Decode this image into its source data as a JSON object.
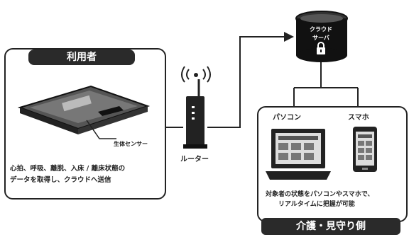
{
  "user_panel": {
    "title": "利用者",
    "sensor_label": "生体センサー",
    "caption_line1": "心拍、呼吸、離脱、入床 / 離床状態の",
    "caption_line2": "データを取得し、クラウドへ送信"
  },
  "router": {
    "label": "ルーター"
  },
  "cloud": {
    "label_line1": "クラウド",
    "label_line2": "サーバ"
  },
  "care_panel": {
    "title": "介護・見守り側",
    "pc_label": "パソコン",
    "phone_label": "スマホ",
    "caption_line1": "対象者の状態をパソコンやスマホで、",
    "caption_line2": "リアルタイムに把握が可能"
  },
  "icons": {
    "sensor": "sensor-device-icon",
    "router": "router-icon",
    "wifi": "wifi-signal-icon",
    "cloud": "cloud-server-icon",
    "lock": "lock-icon",
    "pc": "laptop-icon",
    "phone": "smartphone-icon"
  },
  "colors": {
    "dark": "#2a2a2a",
    "line": "#222222"
  }
}
